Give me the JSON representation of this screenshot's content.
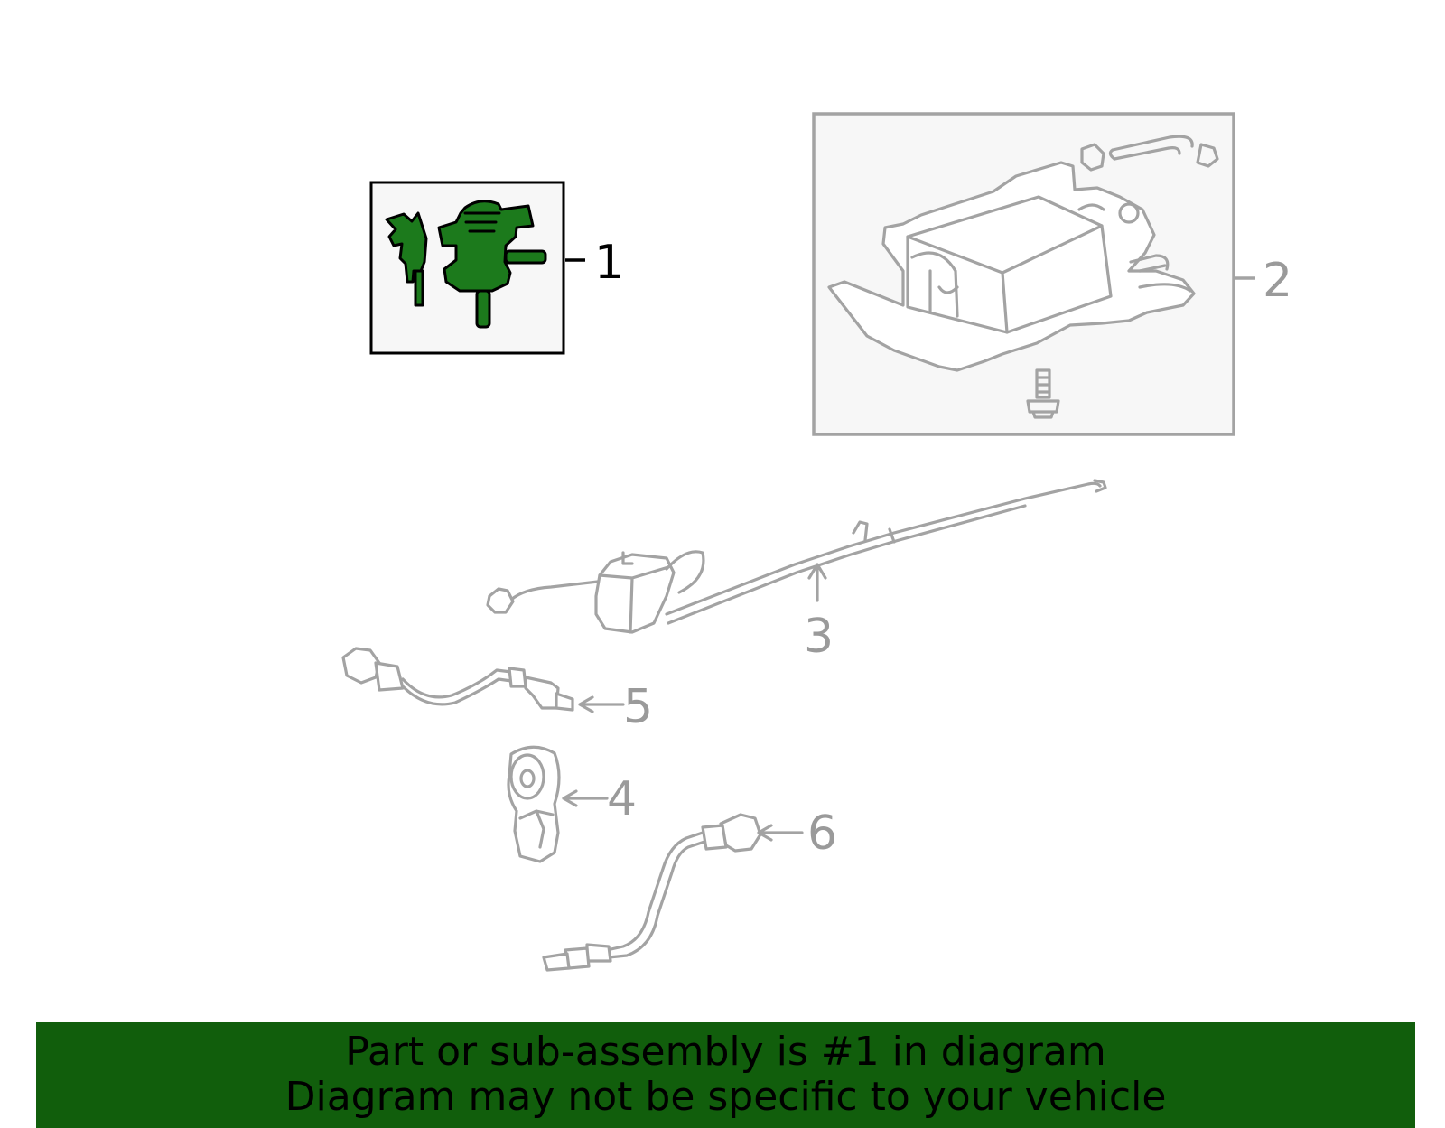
{
  "callouts": {
    "c1": "1",
    "c2": "2",
    "c3": "3",
    "c4": "4",
    "c5": "5",
    "c6": "6"
  },
  "highlighted_part": "1",
  "colors": {
    "highlight": "#1c7a1c",
    "banner": "#115e0c",
    "part_outline": "#a3a3a3",
    "box_fill": "#f7f7f7"
  },
  "footer": {
    "line1": "Part or sub-assembly is #1 in diagram",
    "line2": "Diagram may not be specific to your vehicle"
  }
}
